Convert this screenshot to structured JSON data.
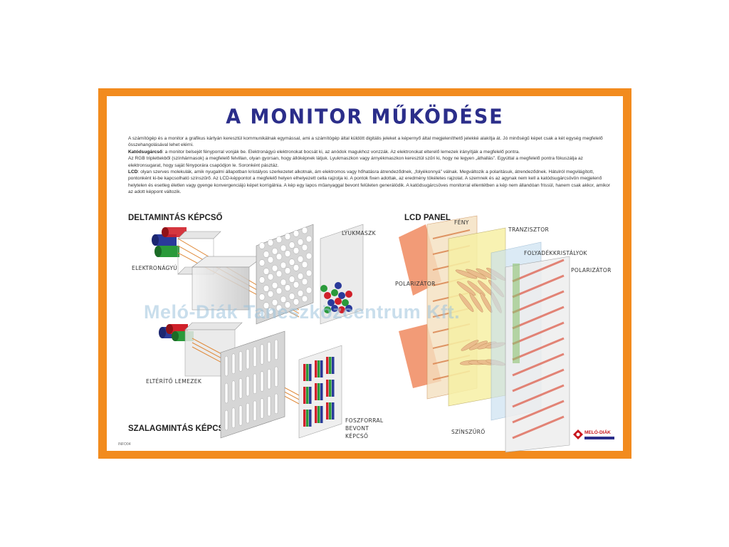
{
  "title": "A MONITOR MŰKÖDÉSE",
  "intro": {
    "p1": "A számítógép és a monitor a grafikus kártyán keresztül kommunikálnak egymással, ami a számítógép által küldött digitális jeleket a képernyő által megjeleníthető jelekké alakítja át. Jó minőségű képet csak a két egység megfelelő összehangolásával lehet elérni.",
    "p2_term": "Katódsugárcső",
    "p2": ": a monitor belsejét fényporral vonják be. Elektronágyú elektronokat bocsát ki,  az anódok magukhoz vonzzák. Az elektronokat elterelő lemezek irányítják a megfelelő pontra.",
    "p3": "Az RGB triplettekből (színhármasok) a megfelelő felvillan, olyan gyorsan, hogy állóképnek látjuk. Lyukmaszkon vagy árnyékmaszkon keresztül szűri ki, hogy ne legyen „áthallás”. Egyúttal a megfelelő pontra fókuszálja az elektronsugarat, hogy saját fényporára csapódjon le. Soronként pásztáz.",
    "p4_term": "LCD",
    "p4": ": olyan szerves molekulák, amik nyugalmi állapotban kristályos szerkezetet alkotnak, ám elektromos vagy hőhatásra átrendeződnek, „folyékonnyá” válnak. Megváltozik a polaritásuk, átrendeződnek. Hátulról megvilágított, pontonként ki-be kapcsolható színszűrő. Az LCD-képpontot a megfelelő helyen elhelyezett cella rajzolja ki. A pontok fixen adottak, az eredmény tökéletes rajzolat. A szemnek és az agynak nem kell a katódsugárcsövön megjelenő helytelen és esetleg életlen vagy gyenge konvergenciájú képet korrigálnia. A kép egy lapos műanyaggal bevont felületen generálódik. A katódsugárcsöves monitorral ellentétben a kép nem állandóan frissül, hanem csak akkor, amikor az adott képpont változik."
  },
  "sections": {
    "delta": "DELTAMINTÁS KÉPCSŐ",
    "lcd": "LCD PANEL",
    "strip": "SZALAGMINTÁS KÉPCSŐ"
  },
  "labels": {
    "lyukmaszk": "LYUKMASZK",
    "elektronagyu": "ELEKTRONÁGYÚ",
    "elterito": "ELTÉRÍTŐ LEMEZEK",
    "foszfor": "FOSZFORRAL\nBEVONT\nKÉPCSŐ",
    "feny": "FÉNY",
    "tranzisztor": "TRANZISZTOR",
    "folyadek": "FOLYADÉKKRISTÁLYOK",
    "polarizator_left": "POLARIZÁTOR",
    "polarizator_right": "POLARIZÁTOR",
    "szinszuro": "SZÍNSZŰRŐ"
  },
  "watermark": "Meló-Diák Taneszközcentrum Kft.",
  "code": "INFO04",
  "logo": "MELÓ-DIÁK",
  "colors": {
    "border": "#f28b1e",
    "title": "#2b2e8a",
    "red": "#d0202a",
    "green": "#2a9a3a",
    "blue": "#2a3a9a"
  }
}
